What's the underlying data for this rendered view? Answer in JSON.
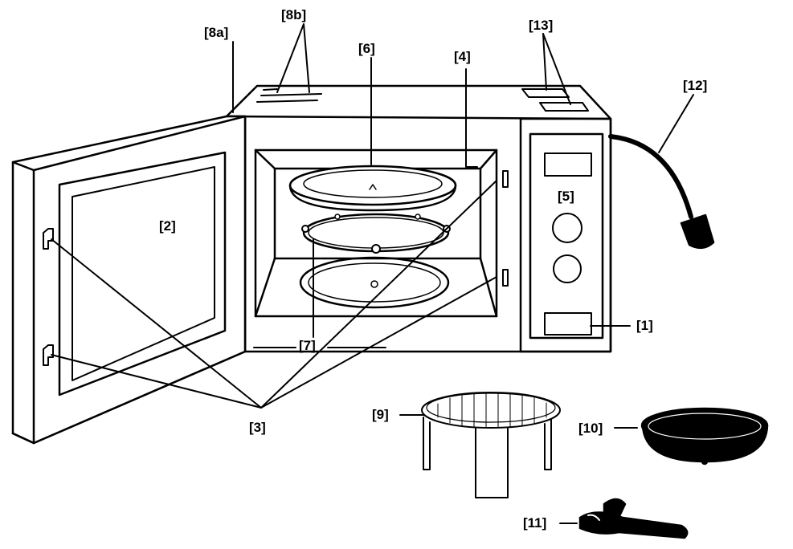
{
  "labels": {
    "l1": "[1]",
    "l2": "[2]",
    "l3": "[3]",
    "l4": "[4]",
    "l5": "[5]",
    "l6": "[6]",
    "l7": "[7]",
    "l8a": "[8a]",
    "l8b": "[8b]",
    "l9": "[9]",
    "l10": "[10]",
    "l11": "[11]",
    "l12": "[12]",
    "l13": "[13]"
  }
}
